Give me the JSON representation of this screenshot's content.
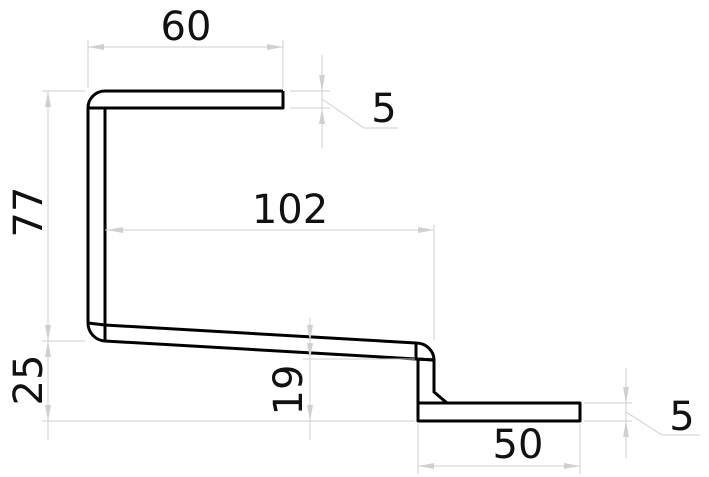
{
  "drawing": {
    "title": "Sheet metal bracket profile",
    "dimensions": {
      "top_flange_width": "60",
      "top_thickness": "5",
      "web_height": "77",
      "inner_span": "102",
      "lower_height": "25",
      "slope_drop": "19",
      "bottom_flange_width": "50",
      "bottom_thickness": "5"
    },
    "colors": {
      "part": "#000000",
      "dimension": "#cfcfcf"
    }
  }
}
